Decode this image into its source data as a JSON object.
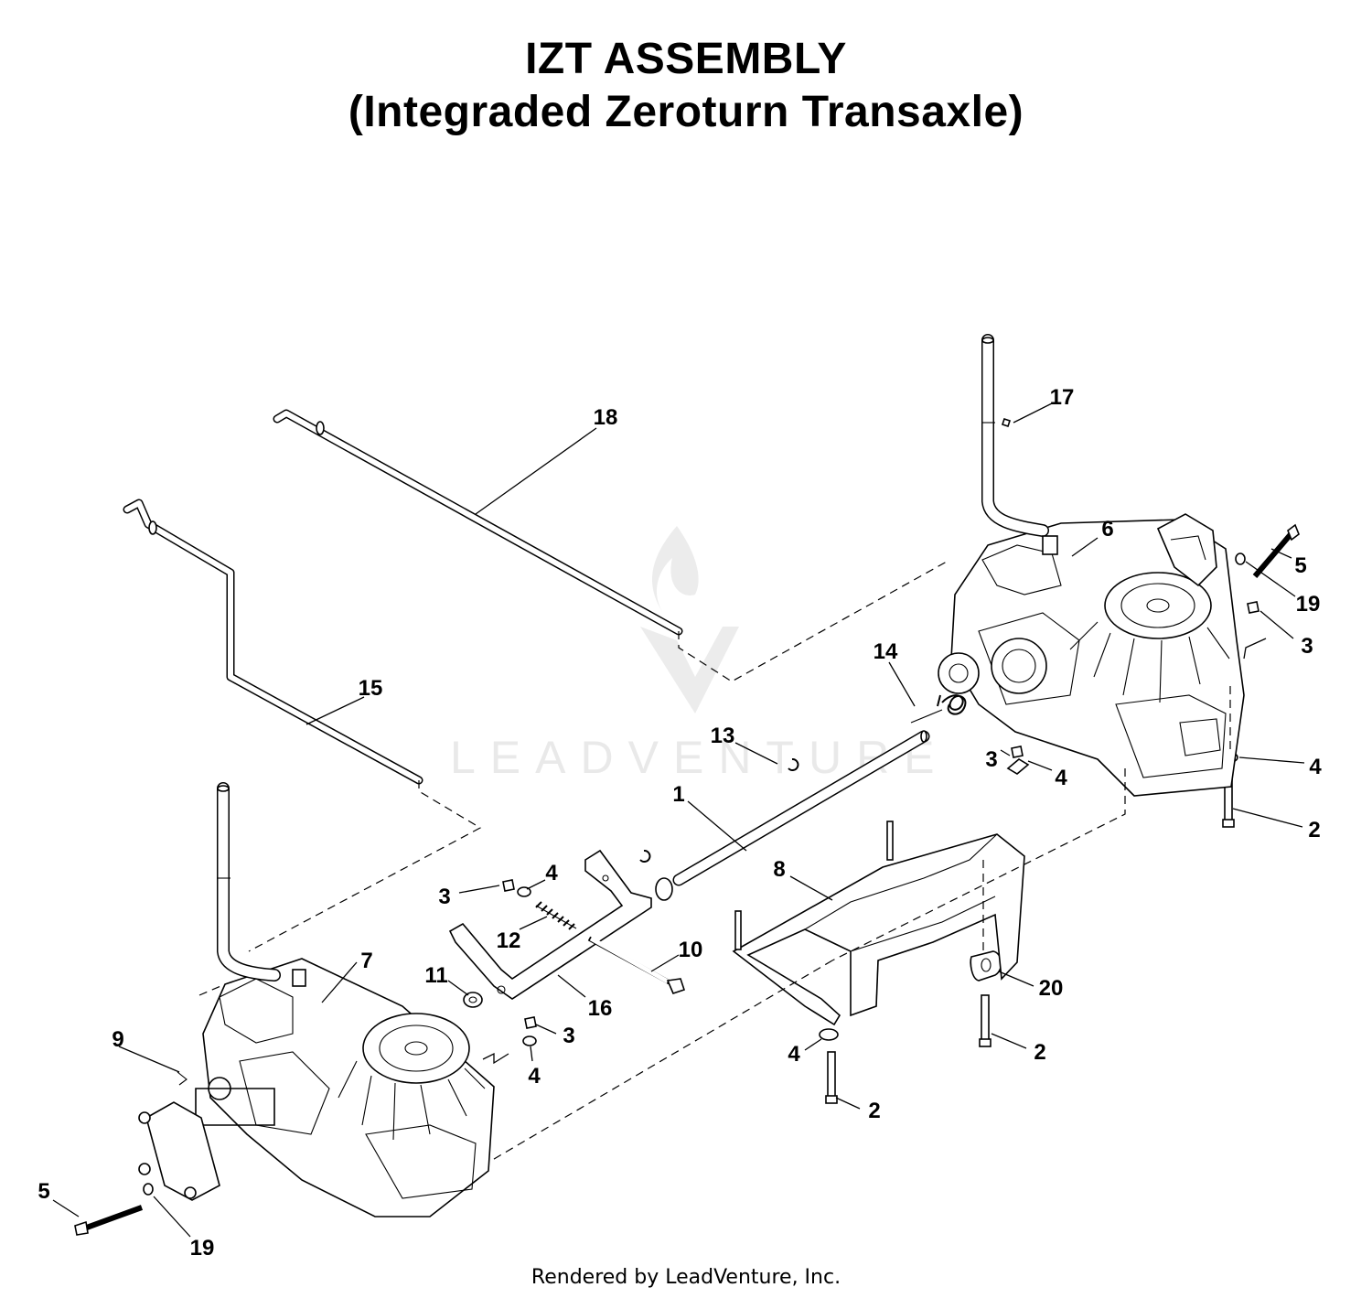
{
  "title": {
    "line1": "IZT ASSEMBLY",
    "line2": "(Integraded Zeroturn Transaxle)"
  },
  "watermark": "LEADVENTURE",
  "footer": "Rendered by LeadVenture, Inc.",
  "callouts": [
    {
      "id": "c1",
      "label": "1"
    },
    {
      "id": "c2a",
      "label": "2"
    },
    {
      "id": "c2b",
      "label": "2"
    },
    {
      "id": "c2c",
      "label": "2"
    },
    {
      "id": "c3a",
      "label": "3"
    },
    {
      "id": "c3b",
      "label": "3"
    },
    {
      "id": "c3c",
      "label": "3"
    },
    {
      "id": "c3d",
      "label": "3"
    },
    {
      "id": "c4a",
      "label": "4"
    },
    {
      "id": "c4b",
      "label": "4"
    },
    {
      "id": "c4c",
      "label": "4"
    },
    {
      "id": "c4d",
      "label": "4"
    },
    {
      "id": "c4e",
      "label": "4"
    },
    {
      "id": "c5a",
      "label": "5"
    },
    {
      "id": "c5b",
      "label": "5"
    },
    {
      "id": "c6",
      "label": "6"
    },
    {
      "id": "c7",
      "label": "7"
    },
    {
      "id": "c8",
      "label": "8"
    },
    {
      "id": "c9",
      "label": "9"
    },
    {
      "id": "c10",
      "label": "10"
    },
    {
      "id": "c11",
      "label": "11"
    },
    {
      "id": "c12",
      "label": "12"
    },
    {
      "id": "c13",
      "label": "13"
    },
    {
      "id": "c14",
      "label": "14"
    },
    {
      "id": "c15",
      "label": "15"
    },
    {
      "id": "c16",
      "label": "16"
    },
    {
      "id": "c17",
      "label": "17"
    },
    {
      "id": "c18",
      "label": "18"
    },
    {
      "id": "c19a",
      "label": "19"
    },
    {
      "id": "c19b",
      "label": "19"
    },
    {
      "id": "c20",
      "label": "20"
    }
  ]
}
